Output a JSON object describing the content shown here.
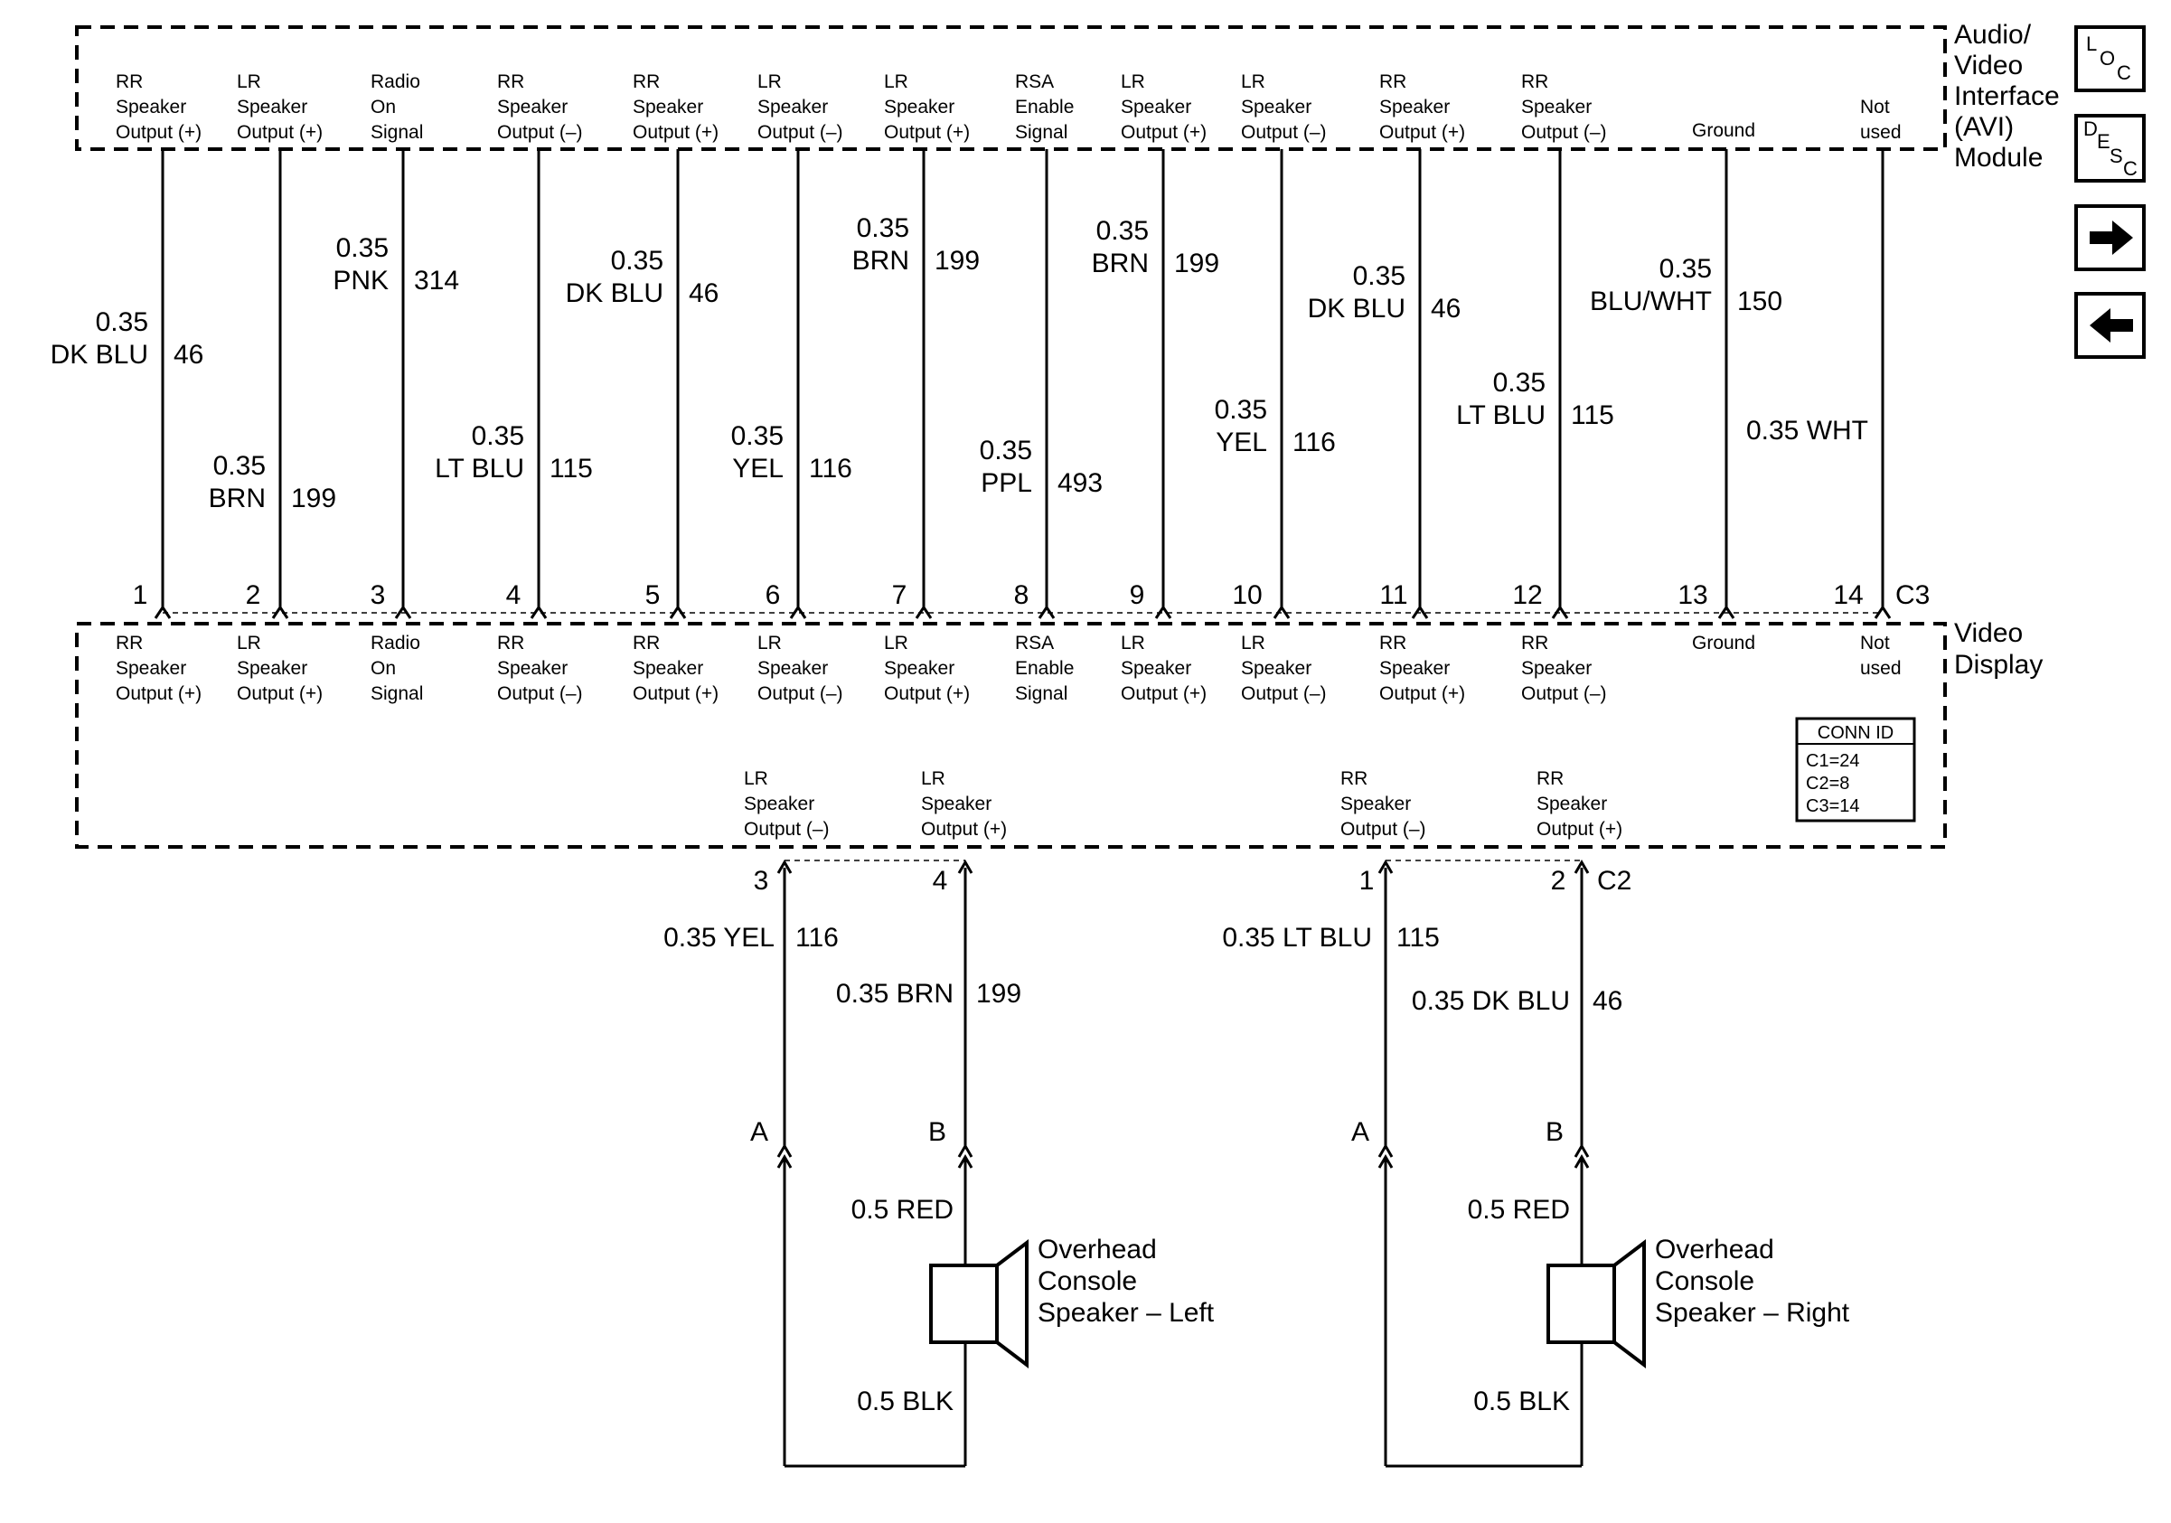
{
  "modules": {
    "avi": [
      "Audio/",
      "Video",
      "Interface",
      "(AVI)",
      "Module"
    ],
    "video_display": [
      "Video",
      "Display"
    ]
  },
  "top_pins": [
    {
      "label": [
        "RR",
        "Speaker",
        "Output (+)"
      ]
    },
    {
      "label": [
        "LR",
        "Speaker",
        "Output (+)"
      ]
    },
    {
      "label": [
        "Radio",
        "On",
        "Signal"
      ]
    },
    {
      "label": [
        "RR",
        "Speaker",
        "Output (–)"
      ]
    },
    {
      "label": [
        "RR",
        "Speaker",
        "Output (+)"
      ]
    },
    {
      "label": [
        "LR",
        "Speaker",
        "Output (–)"
      ]
    },
    {
      "label": [
        "LR",
        "Speaker",
        "Output (+)"
      ]
    },
    {
      "label": [
        "RSA",
        "Enable",
        "Signal"
      ]
    },
    {
      "label": [
        "LR",
        "Speaker",
        "Output (+)"
      ]
    },
    {
      "label": [
        "LR",
        "Speaker",
        "Output (–)"
      ]
    },
    {
      "label": [
        "RR",
        "Speaker",
        "Output (+)"
      ]
    },
    {
      "label": [
        "RR",
        "Speaker",
        "Output (–)"
      ]
    },
    {
      "label": [
        "Ground"
      ]
    },
    {
      "label": [
        "Not",
        "used"
      ]
    }
  ],
  "wires_top": [
    {
      "gauge": "0.35",
      "color": "DK BLU",
      "circuit": "46"
    },
    {
      "gauge": "0.35",
      "color": "BRN",
      "circuit": "199"
    },
    {
      "gauge": "0.35",
      "color": "PNK",
      "circuit": "314"
    },
    {
      "gauge": "0.35",
      "color": "LT BLU",
      "circuit": "115"
    },
    {
      "gauge": "0.35",
      "color": "DK BLU",
      "circuit": "46"
    },
    {
      "gauge": "0.35",
      "color": "YEL",
      "circuit": "116"
    },
    {
      "gauge": "0.35",
      "color": "BRN",
      "circuit": "199"
    },
    {
      "gauge": "0.35",
      "color": "PPL",
      "circuit": "493"
    },
    {
      "gauge": "0.35",
      "color": "BRN",
      "circuit": "199"
    },
    {
      "gauge": "0.35",
      "color": "YEL",
      "circuit": "116"
    },
    {
      "gauge": "0.35",
      "color": "DK BLU",
      "circuit": "46"
    },
    {
      "gauge": "0.35",
      "color": "LT BLU",
      "circuit": "115"
    },
    {
      "gauge": "0.35",
      "color": "BLU/WHT",
      "circuit": "150"
    },
    {
      "gauge": "0.35",
      "color": "WHT",
      "circuit": ""
    }
  ],
  "pin_numbers_c3": [
    "1",
    "2",
    "3",
    "4",
    "5",
    "6",
    "7",
    "8",
    "9",
    "10",
    "11",
    "12",
    "13",
    "14"
  ],
  "connector_c3": "C3",
  "connector_c2": "C2",
  "c2_pins": [
    {
      "label": [
        "LR",
        "Speaker",
        "Output (–)"
      ],
      "num": "3",
      "wire": "0.35 YEL",
      "circuit": "116"
    },
    {
      "label": [
        "LR",
        "Speaker",
        "Output (+)"
      ],
      "num": "4",
      "wire": "0.35 BRN",
      "circuit": "199"
    },
    {
      "label": [
        "RR",
        "Speaker",
        "Output (–)"
      ],
      "num": "1",
      "wire": "0.35 LT BLU",
      "circuit": "115"
    },
    {
      "label": [
        "RR",
        "Speaker",
        "Output (+)"
      ],
      "num": "2",
      "wire": "0.35 DK BLU",
      "circuit": "46"
    }
  ],
  "conn_id": {
    "title": "CONN ID",
    "rows": [
      "C1=24",
      "C2=8",
      "C3=14"
    ]
  },
  "speakers": [
    {
      "name": [
        "Overhead",
        "Console",
        "Speaker – Left"
      ],
      "pin_a": "A",
      "pin_b": "B",
      "wire_red": "0.5 RED",
      "wire_blk": "0.5 BLK"
    },
    {
      "name": [
        "Overhead",
        "Console",
        "Speaker – Right"
      ],
      "pin_a": "A",
      "pin_b": "B",
      "wire_red": "0.5 RED",
      "wire_blk": "0.5 BLK"
    }
  ],
  "nav": {
    "loc_icon": "loc-icon",
    "desc_icon": "desc-icon",
    "next_icon": "arrow-right-icon",
    "prev_icon": "arrow-left-icon"
  }
}
